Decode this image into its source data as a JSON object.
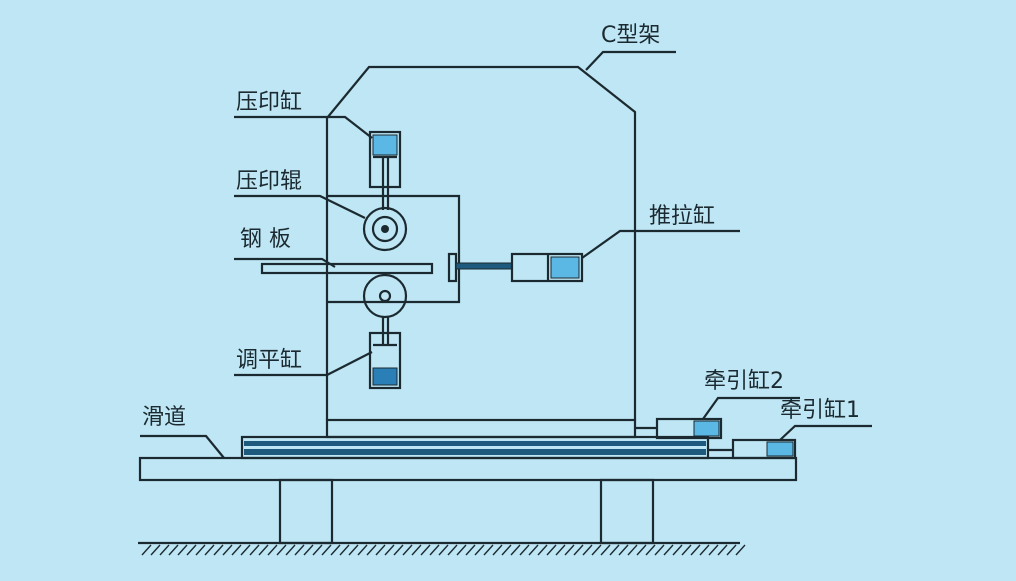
{
  "labels": {
    "c_frame": "C型架",
    "press_cylinder": "压印缸",
    "press_roller": "压印辊",
    "steel_plate": "钢 板",
    "push_pull_cylinder": "推拉缸",
    "leveling_cylinder": "调平缸",
    "slide_rail": "滑道",
    "traction_cylinder_2": "牵引缸2",
    "traction_cylinder_1": "牵引缸1"
  },
  "colors": {
    "background": "#bfe6f4",
    "line": "#1b2a30",
    "cylinder_fill": "#5bb7e4",
    "fluid_fill": "#2a7fb6",
    "rail_dark": "#1e5a7d"
  }
}
